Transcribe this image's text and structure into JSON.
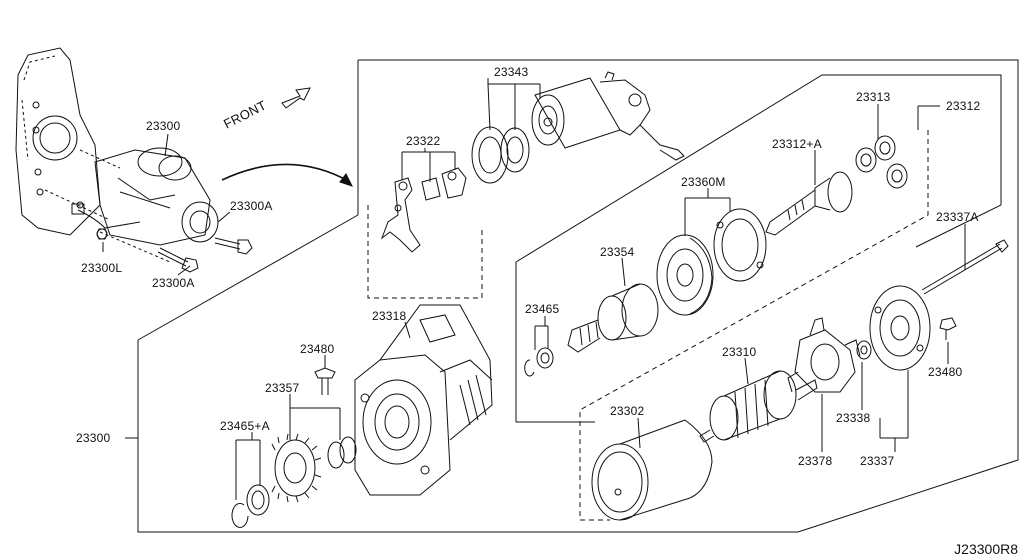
{
  "labels": {
    "p23343": "23343",
    "p23322": "23322",
    "p23300_top": "23300",
    "p23300A_1": "23300A",
    "p23300L": "23300L",
    "p23300A_2": "23300A",
    "p23313": "23313",
    "p23312": "23312",
    "p23312A": "23312+A",
    "p23360M": "23360M",
    "p23337A": "23337A",
    "p23354": "23354",
    "p23465": "23465",
    "p23318": "23318",
    "p23480_l": "23480",
    "p23357": "23357",
    "p23465A": "23465+A",
    "p23300_side": "23300",
    "p23310": "23310",
    "p23302": "23302",
    "p23480_r": "23480",
    "p23338": "23338",
    "p23378": "23378",
    "p23337": "23337"
  },
  "front_label": "FRONT",
  "diagram_code": "J23300R8"
}
